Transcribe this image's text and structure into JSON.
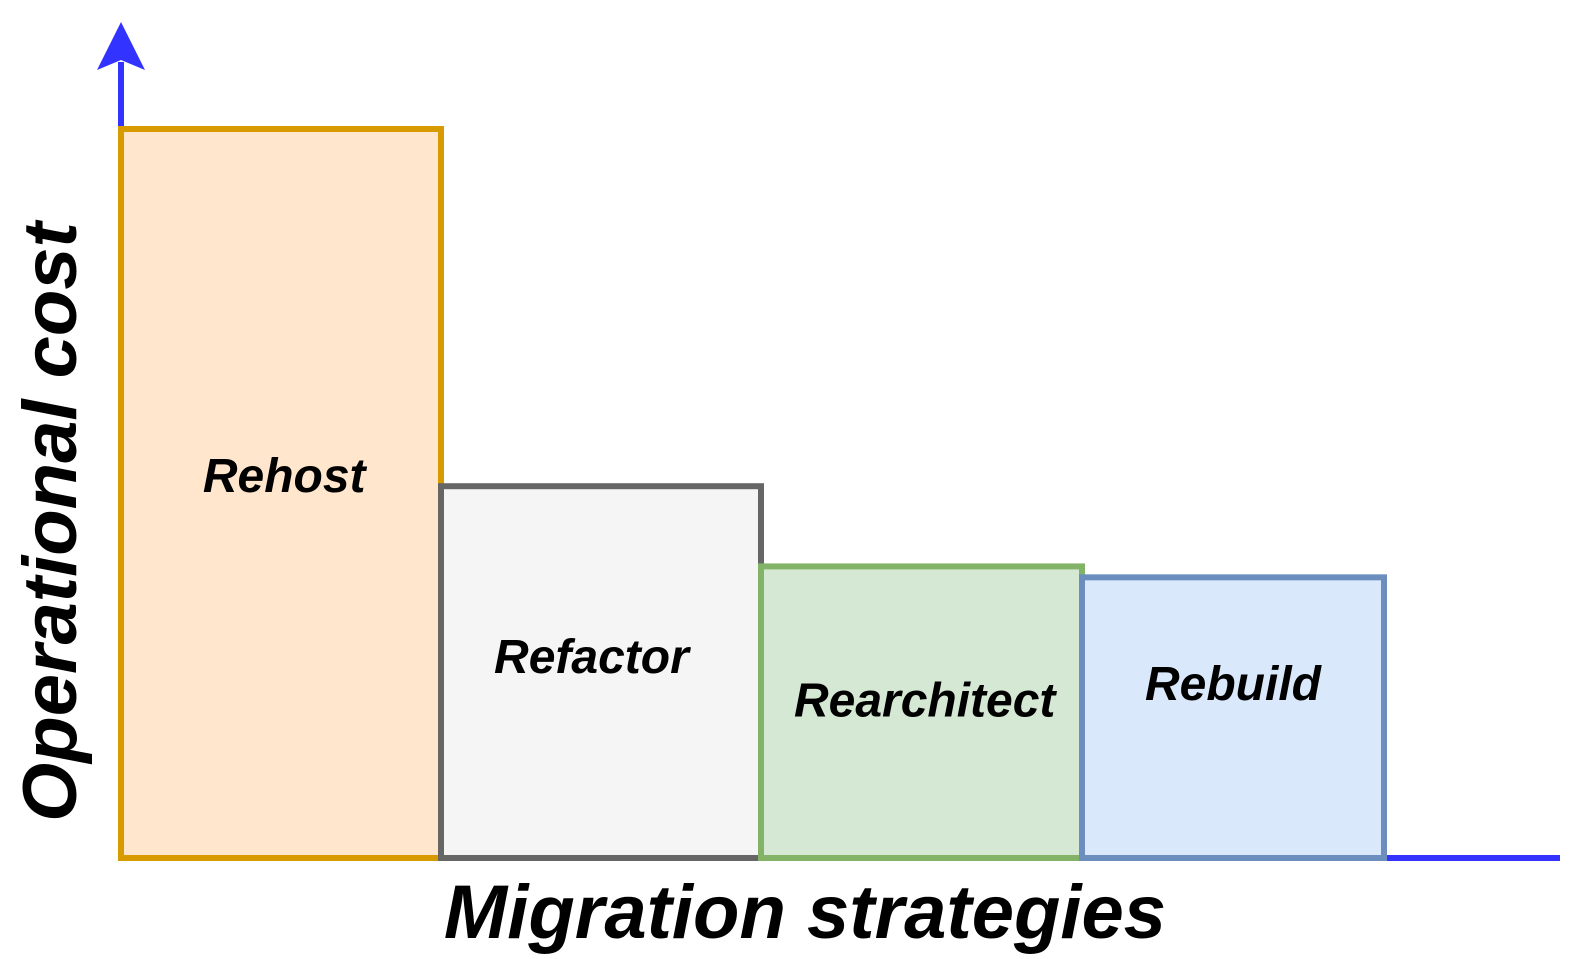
{
  "chart_data": {
    "type": "bar",
    "categories": [
      "Rehost",
      "Refactor",
      "Rearchitect",
      "Rebuild"
    ],
    "values": [
      100,
      51,
      40,
      38.5
    ],
    "xlabel": "Migration strategies",
    "ylabel": "Operational cost",
    "ylim": [
      0,
      100
    ],
    "grid": false,
    "legend": "none",
    "styles": [
      {
        "fill": "#ffe6cc",
        "stroke": "#d79b00"
      },
      {
        "fill": "#f5f5f5",
        "stroke": "#666666"
      },
      {
        "fill": "#d5e8d4",
        "stroke": "#82b366"
      },
      {
        "fill": "#dae8fc",
        "stroke": "#6c8ebf"
      }
    ],
    "axis_color": "#3333ff"
  }
}
